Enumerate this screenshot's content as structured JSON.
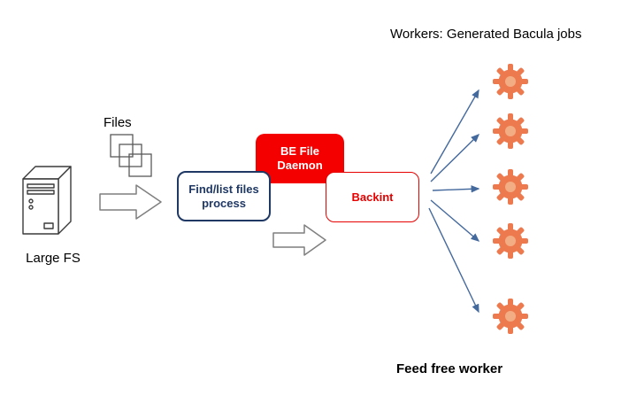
{
  "header": {
    "workers_title": "Workers: Generated Bacula jobs"
  },
  "footer": {
    "feed_prefix": "Feed ",
    "feed_bold": "free worker"
  },
  "source": {
    "files_label": "Files",
    "server_label": "Large FS"
  },
  "boxes": {
    "find_list": {
      "line1": "Find/list files",
      "line2": "process"
    },
    "be_daemon": {
      "line1": "BE File",
      "line2": "Daemon"
    },
    "backint": {
      "label": "Backint"
    }
  },
  "workers": {
    "count": 5
  },
  "icons": {
    "worker": "gear-icon",
    "source_files": "stacked-pages-icon",
    "source_server": "server-tower-icon",
    "flow": "block-arrow-icon",
    "dispatch": "fan-arrows"
  },
  "colors": {
    "daemon-red": "#f40000",
    "backint-red": "#e60000",
    "navy": "#1f3864",
    "gear-orange": "#ed7a4f",
    "gear-center": "#f3ad85",
    "arrow-blue": "#44699d",
    "outline-gray": "#7f7f7f"
  }
}
